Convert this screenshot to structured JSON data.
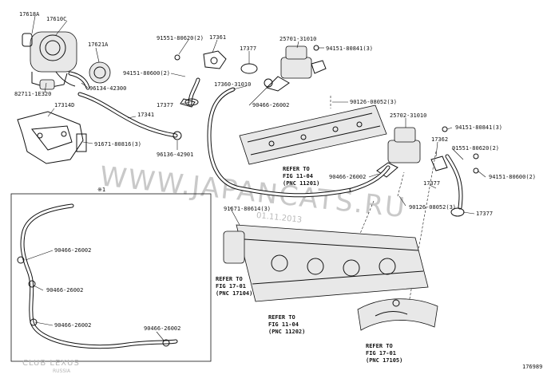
{
  "diagram_id": "176989",
  "watermark": {
    "main": "WWW.JAPANCATS.RU",
    "date": "01.11.2013"
  },
  "logo": {
    "name": "CLUB LEXUS",
    "sub": "RUSSIA"
  },
  "inset_marker": "※1",
  "labels": {
    "p17618A": "17618A",
    "p17610C": "17610C",
    "p17621A": "17621A",
    "p82711": "82711-1E320",
    "p96134": "96134-42300",
    "p17314D": "17314D",
    "p17341": "17341",
    "p91671_816": "91671-80816(3)",
    "p96136": "96136-42901",
    "p91551_620_top": "91551-80620(2)",
    "p17361": "17361",
    "p94151_600_top": "94151-80600(2)",
    "p17377_a": "17377",
    "p17377_b": "17377",
    "p17360": "17360-31010",
    "p90466_top": "90466-26002",
    "p25701": "25701-31010",
    "p94151_841_top": "94151-80841(3)",
    "p90126_top": "90126-08052(3)",
    "p25702": "25702-31010",
    "p94151_841_r": "94151-80841(3)",
    "p17362": "17362",
    "p91551_620_r": "91551-80620(2)",
    "p94151_600_r": "94151-80600(2)",
    "p90466_mid": "90466-26002",
    "p17377_c": "17377",
    "p90126_mid": "90126-08052(3)",
    "p17377_d": "17377",
    "p91671_614": "91671-80614(3)",
    "p90466_in1": "90466-26002",
    "p90466_in2": "90466-26002",
    "p90466_in3": "90466-26002",
    "p90466_in4": "90466-26002"
  },
  "refs": [
    {
      "line1": "REFER TO",
      "line2": "FIG 11-04",
      "line3": "(PNC 11201)"
    },
    {
      "line1": "REFER TO",
      "line2": "FIG 17-01",
      "line3": "(PNC 17104)"
    },
    {
      "line1": "REFER TO",
      "line2": "FIG 11-04",
      "line3": "(PNC 11202)"
    },
    {
      "line1": "REFER TO",
      "line2": "FIG 17-01",
      "line3": "(PNC 17105)"
    }
  ]
}
